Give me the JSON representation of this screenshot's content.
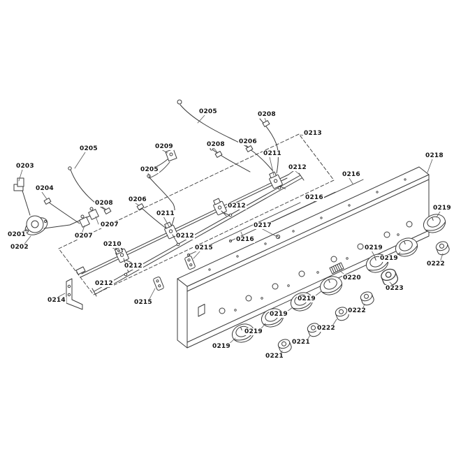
{
  "page": {
    "background": "#ffffff"
  },
  "colors": {
    "ink": "#3a3a3a",
    "label": "#161616",
    "leader": "#555555"
  },
  "callouts": [
    {
      "label": "0203"
    },
    {
      "label": "0204"
    },
    {
      "label": "0201"
    },
    {
      "label": "0202"
    },
    {
      "label": "0205"
    },
    {
      "label": "0205"
    },
    {
      "label": "0205"
    },
    {
      "label": "0208"
    },
    {
      "label": "0208"
    },
    {
      "label": "0208"
    },
    {
      "label": "0209"
    },
    {
      "label": "0206"
    },
    {
      "label": "0206"
    },
    {
      "label": "0213"
    },
    {
      "label": "0211"
    },
    {
      "label": "0211"
    },
    {
      "label": "0212"
    },
    {
      "label": "0212"
    },
    {
      "label": "0212"
    },
    {
      "label": "0212"
    },
    {
      "label": "0212"
    },
    {
      "label": "0216"
    },
    {
      "label": "0216"
    },
    {
      "label": "0216"
    },
    {
      "label": "0218"
    },
    {
      "label": "0207"
    },
    {
      "label": "0207"
    },
    {
      "label": "0217"
    },
    {
      "label": "0210"
    },
    {
      "label": "0215"
    },
    {
      "label": "0215"
    },
    {
      "label": "0214"
    },
    {
      "label": "0219"
    },
    {
      "label": "0222"
    },
    {
      "label": "0219"
    },
    {
      "label": "0219"
    },
    {
      "label": "0220"
    },
    {
      "label": "0223"
    },
    {
      "label": "0219"
    },
    {
      "label": "0222"
    },
    {
      "label": "0219"
    },
    {
      "label": "0222"
    },
    {
      "label": "0219"
    },
    {
      "label": "0221"
    },
    {
      "label": "0219"
    },
    {
      "label": "0221"
    }
  ]
}
